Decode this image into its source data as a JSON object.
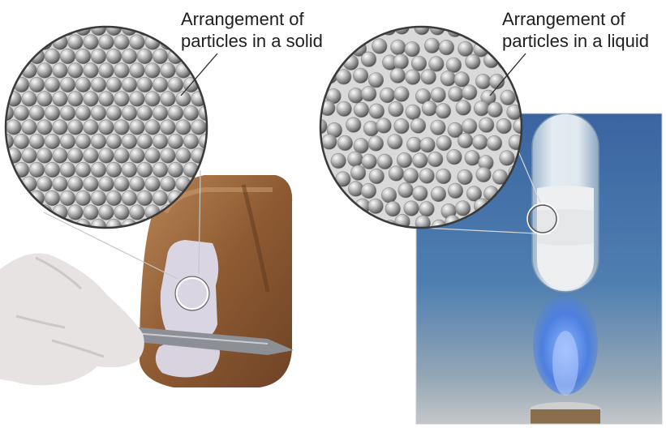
{
  "captions": {
    "solid": [
      "Arrangement of",
      "particles in a solid"
    ],
    "liquid": [
      "Arrangement of",
      "particles in a liquid"
    ]
  },
  "colors": {
    "particle_highlight": "#fbfbfb",
    "particle_shadow": "#3a3a3a",
    "photo_background": "#3f6fa2",
    "flame": "#4d7fe0",
    "solid_cut_face": "#d9d5e2",
    "solid_crust": "#9c6538",
    "liquid_contents": "#eeeff0",
    "glove": "#e8e3e3"
  }
}
